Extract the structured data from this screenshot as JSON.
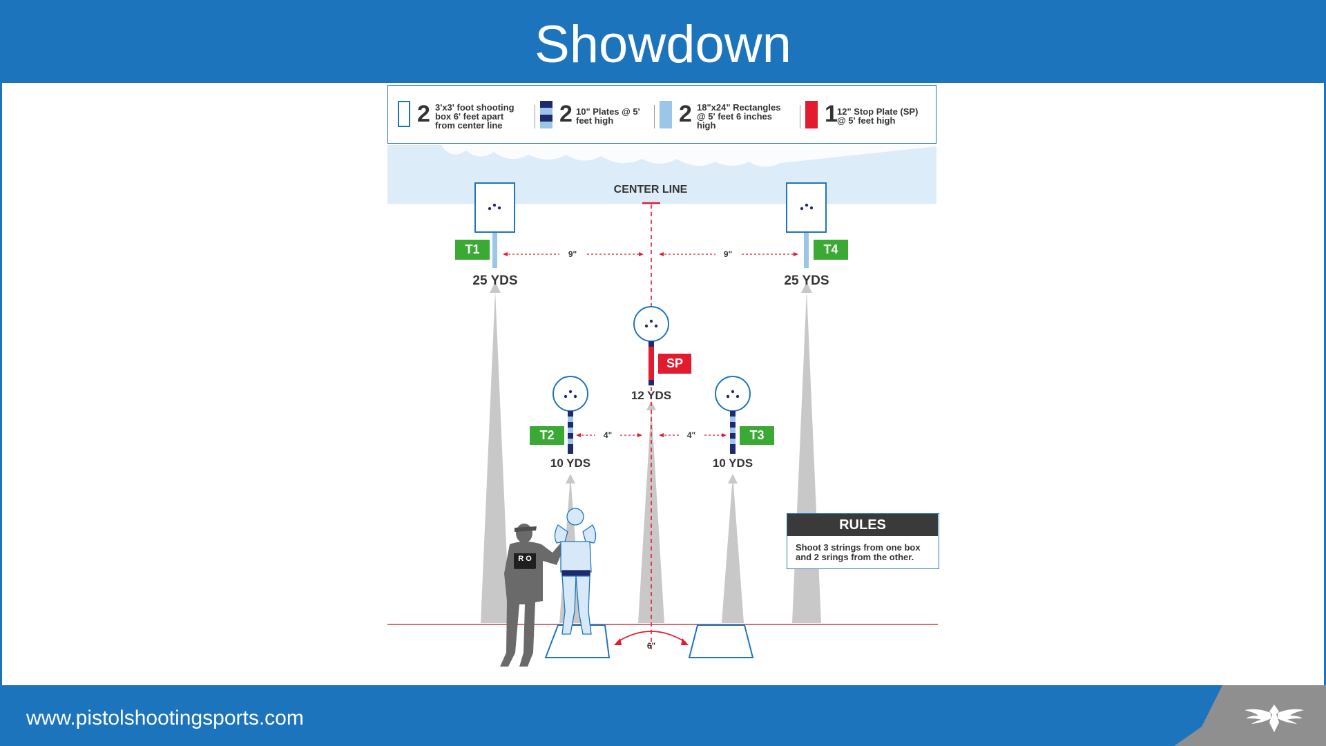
{
  "header": {
    "title": "Showdown"
  },
  "footer": {
    "url": "www.pistolshootingsports.com"
  },
  "legend": {
    "items": [
      {
        "count": "2",
        "line1": "3'x3' foot shooting",
        "line2": "box 6' feet apart",
        "line3": "from center line"
      },
      {
        "count": "2",
        "line1": "10\" Plates @ 5'",
        "line2": "feet high",
        "line3": ""
      },
      {
        "count": "2",
        "line1": "18\"x24\" Rectangles",
        "line2": "@ 5' feet 6 inches",
        "line3": "high"
      },
      {
        "count": "1",
        "line1": "12\" Stop Plate (SP)",
        "line2": "@ 5' feet high",
        "line3": ""
      }
    ]
  },
  "diagram": {
    "center_line": "CENTER LINE",
    "targets": {
      "t1": {
        "tag": "T1",
        "distance": "25 YDS"
      },
      "t4": {
        "tag": "T4",
        "distance": "25 YDS"
      },
      "sp": {
        "tag": "SP",
        "distance": "12 YDS"
      },
      "t2": {
        "tag": "T2",
        "distance": "10 YDS"
      },
      "t3": {
        "tag": "T3",
        "distance": "10 YDS"
      }
    },
    "spacing": {
      "outer_left": "9\"",
      "outer_right": "9\"",
      "inner_left": "4\"",
      "inner_right": "4\"",
      "boxes": "6\""
    },
    "ro_badge": "R O"
  },
  "rules": {
    "title": "RULES",
    "text": "Shoot 3 strings from one box and 2 srings from the other."
  },
  "colors": {
    "brand_blue": "#1c74bd",
    "green": "#3aaa35",
    "red": "#e31b2f",
    "navy": "#1f2a6e",
    "light_blue": "#9cc6e8"
  }
}
